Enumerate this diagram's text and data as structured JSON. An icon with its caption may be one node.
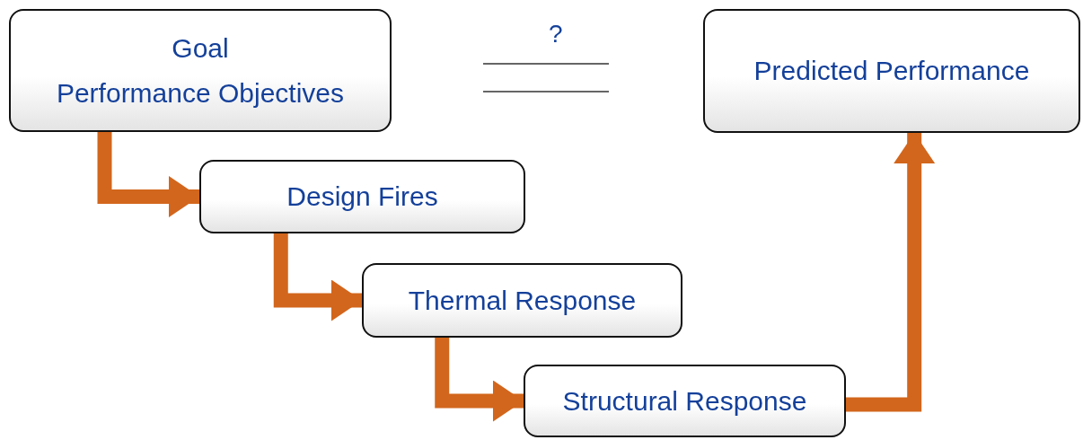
{
  "diagram": {
    "nodes": [
      {
        "text": [
          "Goal",
          "Performance Objectives"
        ]
      },
      {
        "text": [
          "Design Fires"
        ]
      },
      {
        "text": [
          "Thermal Response"
        ]
      },
      {
        "text": [
          "Structural Response"
        ]
      },
      {
        "text": [
          "Predicted Performance"
        ]
      }
    ],
    "edges": [
      {
        "from": 0,
        "to": 1,
        "arrow": "to"
      },
      {
        "from": 1,
        "to": 2,
        "arrow": "to"
      },
      {
        "from": 2,
        "to": 3,
        "arrow": "to"
      },
      {
        "from": 3,
        "to": 4,
        "arrow": "to"
      }
    ],
    "labels": [
      "?"
    ]
  }
}
